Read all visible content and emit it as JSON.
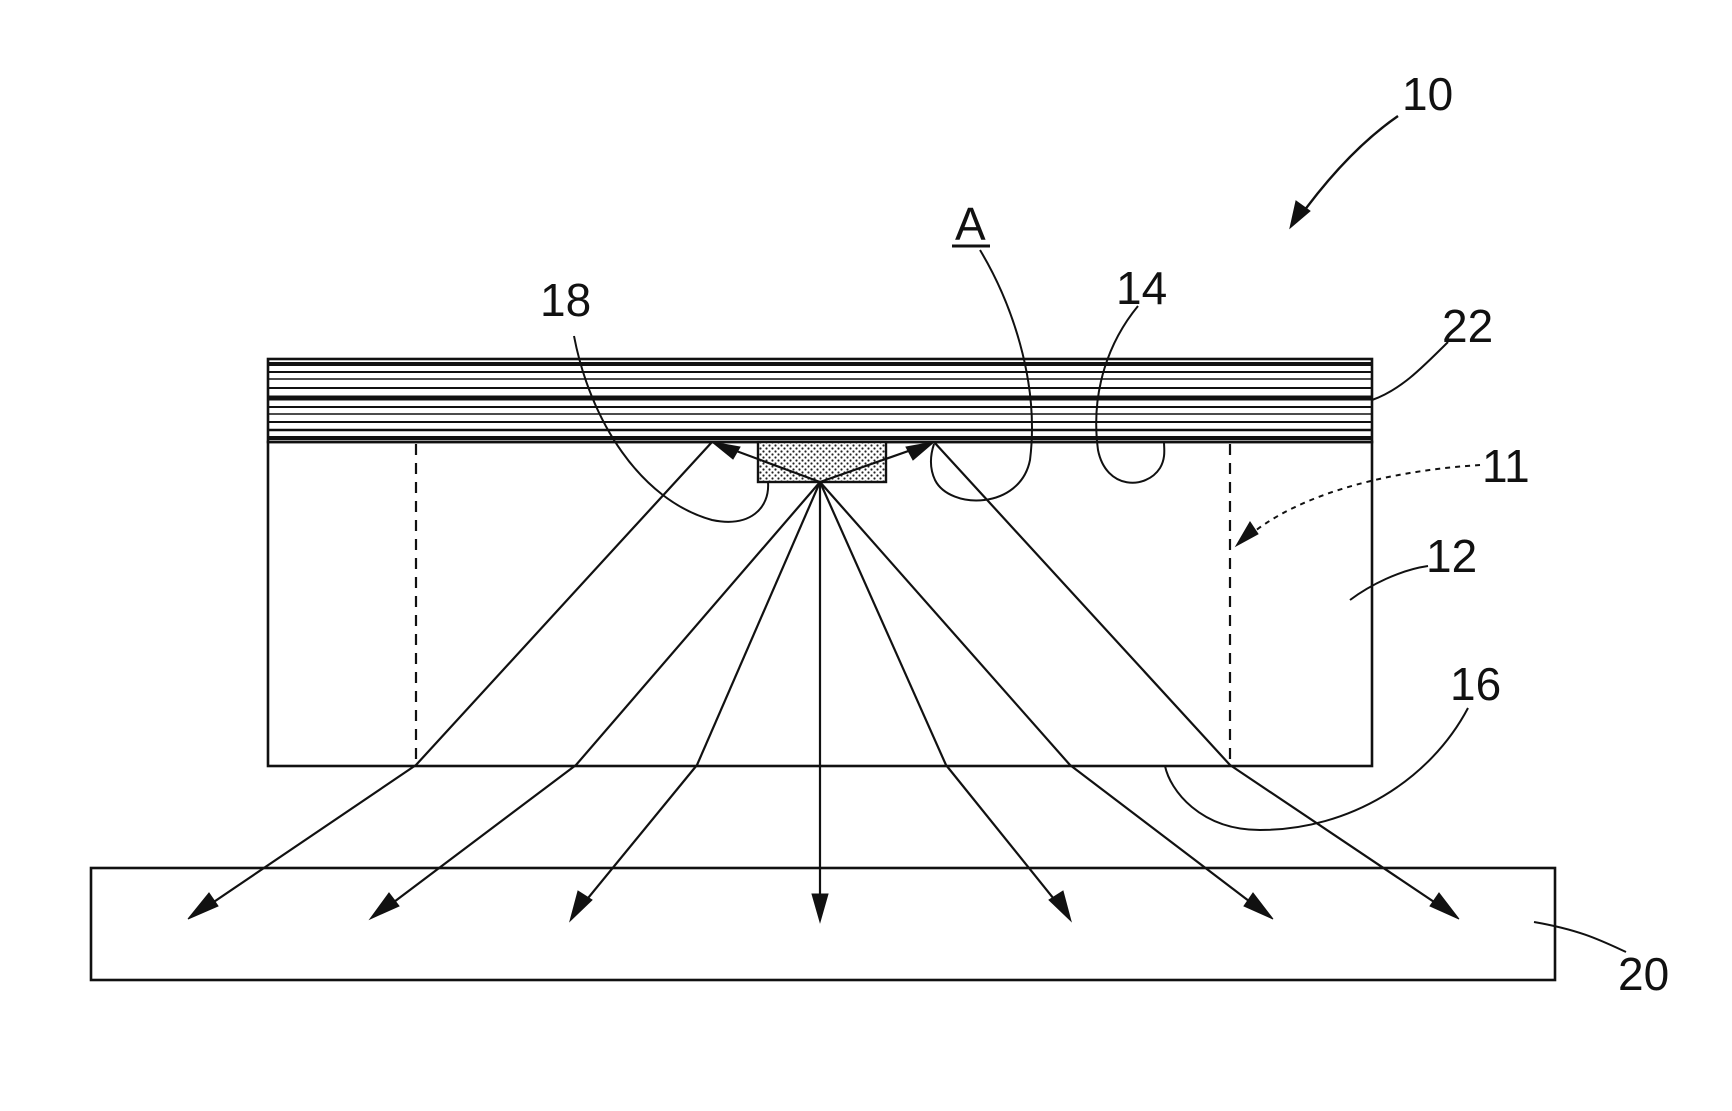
{
  "labels": {
    "device": "10",
    "dashed_boundary": "11",
    "substrate": "12",
    "surface_14": "14",
    "bottom_surface": "16",
    "chip": "18",
    "target": "20",
    "layer_stack": "22",
    "detail_A": "A"
  },
  "colors": {
    "line": "#111111",
    "background": "#ffffff",
    "chip_fill": "#d9d9d9"
  }
}
